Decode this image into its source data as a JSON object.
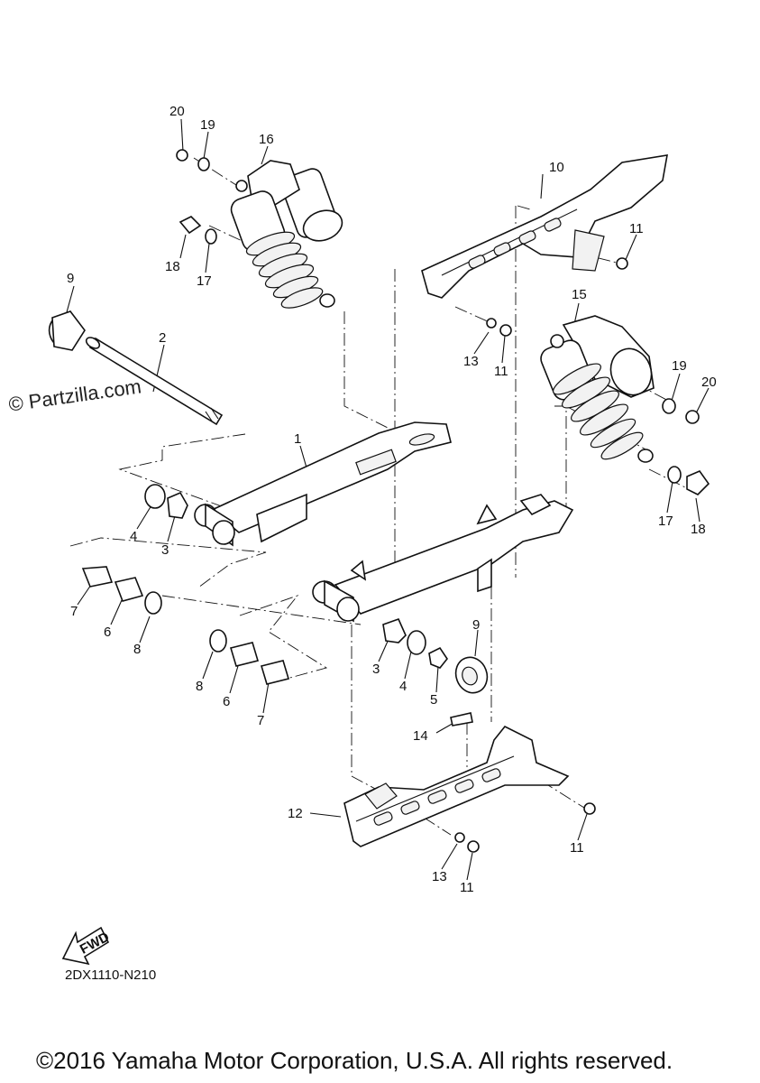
{
  "watermark": "© Partzilla.com",
  "diagram_code": "2DX1110-N210",
  "fwd_label": "FWD",
  "copyright": "©2016 Yamaha Motor Corporation, U.S.A. All rights reserved.",
  "callouts": [
    {
      "id": "c20a",
      "text": "20"
    },
    {
      "id": "c19a",
      "text": "19"
    },
    {
      "id": "c16",
      "text": "16"
    },
    {
      "id": "c18a",
      "text": "18"
    },
    {
      "id": "c17a",
      "text": "17"
    },
    {
      "id": "c10",
      "text": "10"
    },
    {
      "id": "c11a",
      "text": "11"
    },
    {
      "id": "c9a",
      "text": "9"
    },
    {
      "id": "c2",
      "text": "2"
    },
    {
      "id": "c15",
      "text": "15"
    },
    {
      "id": "c13a",
      "text": "13"
    },
    {
      "id": "c11b",
      "text": "11"
    },
    {
      "id": "c19b",
      "text": "19"
    },
    {
      "id": "c20b",
      "text": "20"
    },
    {
      "id": "c1",
      "text": "1"
    },
    {
      "id": "c4a",
      "text": "4"
    },
    {
      "id": "c3a",
      "text": "3"
    },
    {
      "id": "c17b",
      "text": "17"
    },
    {
      "id": "c18b",
      "text": "18"
    },
    {
      "id": "c7a",
      "text": "7"
    },
    {
      "id": "c6a",
      "text": "6"
    },
    {
      "id": "c8a",
      "text": "8"
    },
    {
      "id": "c8b",
      "text": "8"
    },
    {
      "id": "c6b",
      "text": "6"
    },
    {
      "id": "c7b",
      "text": "7"
    },
    {
      "id": "c3b",
      "text": "3"
    },
    {
      "id": "c4b",
      "text": "4"
    },
    {
      "id": "c5",
      "text": "5"
    },
    {
      "id": "c9b",
      "text": "9"
    },
    {
      "id": "c14",
      "text": "14"
    },
    {
      "id": "c12",
      "text": "12"
    },
    {
      "id": "c11c",
      "text": "11"
    },
    {
      "id": "c13b",
      "text": "13"
    },
    {
      "id": "c11d",
      "text": "11"
    }
  ]
}
